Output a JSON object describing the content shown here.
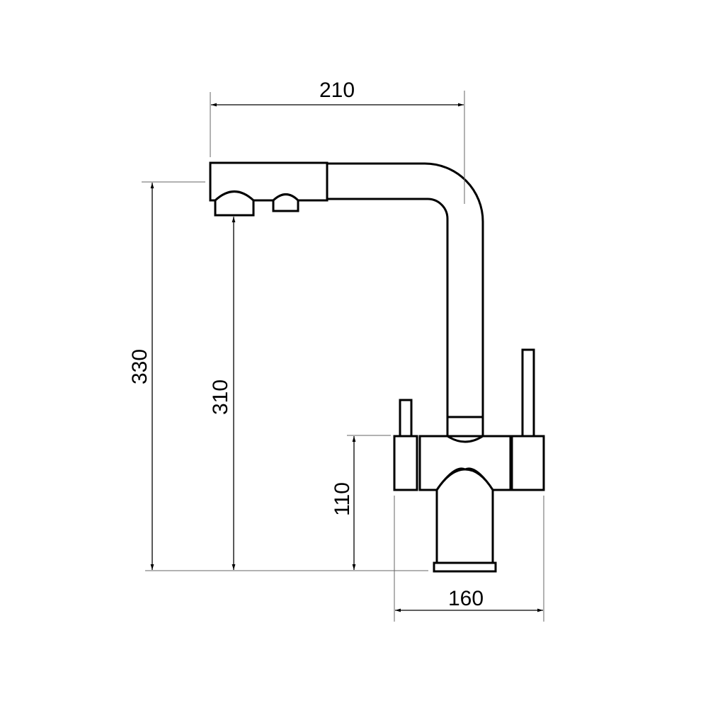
{
  "dimensions": {
    "spout_reach": "210",
    "total_height": "330",
    "spout_clearance": "310",
    "body_height": "110",
    "body_width": "160"
  }
}
